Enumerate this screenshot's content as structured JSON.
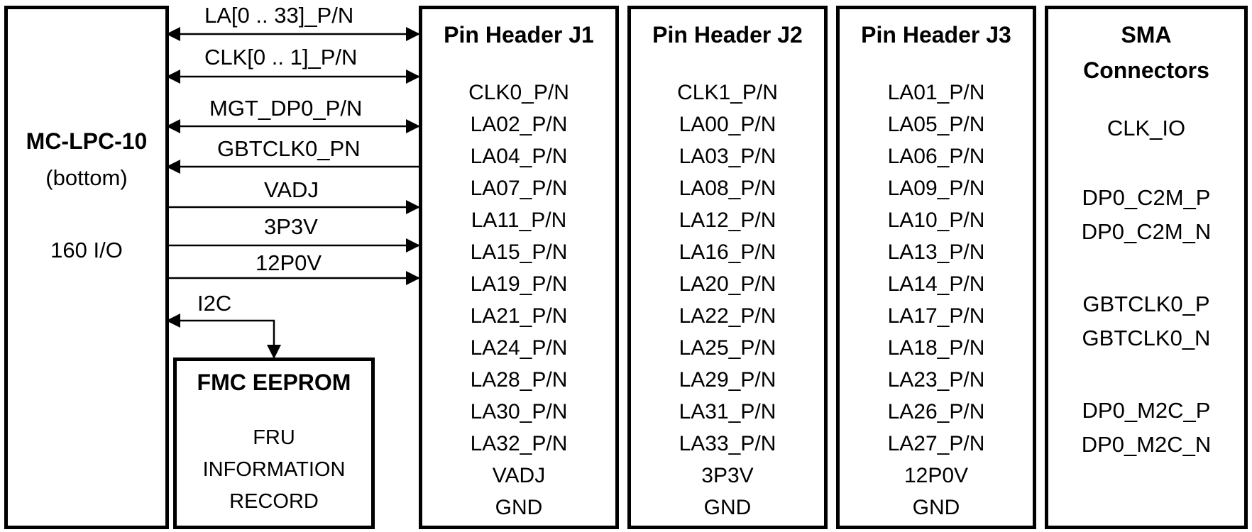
{
  "fmc": {
    "name": "MC-LPC-10",
    "side": "(bottom)",
    "io": "160 I/O"
  },
  "signals": [
    {
      "label": "LA[0 .. 33]_P/N",
      "direction": "both"
    },
    {
      "label": "CLK[0 .. 1]_P/N",
      "direction": "both"
    },
    {
      "label": "MGT_DP0_P/N",
      "direction": "both"
    },
    {
      "label": "GBTCLK0_PN",
      "direction": "to-fmc"
    },
    {
      "label": "VADJ",
      "direction": "to-header"
    },
    {
      "label": "3P3V",
      "direction": "to-header"
    },
    {
      "label": "12P0V",
      "direction": "to-header"
    }
  ],
  "i2c": {
    "label": "I2C"
  },
  "eeprom": {
    "title": "FMC EEPROM",
    "lines": [
      "FRU",
      "INFORMATION",
      "RECORD"
    ]
  },
  "headers": [
    {
      "title": "Pin Header J1",
      "pins": [
        "CLK0_P/N",
        "LA02_P/N",
        "LA04_P/N",
        "LA07_P/N",
        "LA11_P/N",
        "LA15_P/N",
        "LA19_P/N",
        "LA21_P/N",
        "LA24_P/N",
        "LA28_P/N",
        "LA30_P/N",
        "LA32_P/N",
        "VADJ",
        "GND"
      ]
    },
    {
      "title": "Pin Header J2",
      "pins": [
        "CLK1_P/N",
        "LA00_P/N",
        "LA03_P/N",
        "LA08_P/N",
        "LA12_P/N",
        "LA16_P/N",
        "LA20_P/N",
        "LA22_P/N",
        "LA25_P/N",
        "LA29_P/N",
        "LA31_P/N",
        "LA33_P/N",
        "3P3V",
        "GND"
      ]
    },
    {
      "title": "Pin Header J3",
      "pins": [
        "LA01_P/N",
        "LA05_P/N",
        "LA06_P/N",
        "LA09_P/N",
        "LA10_P/N",
        "LA13_P/N",
        "LA14_P/N",
        "LA17_P/N",
        "LA18_P/N",
        "LA23_P/N",
        "LA26_P/N",
        "LA27_P/N",
        "12P0V",
        "GND"
      ]
    }
  ],
  "sma": {
    "title_line1": "SMA",
    "title_line2": "Connectors",
    "groups": [
      [
        "CLK_IO"
      ],
      [
        "DP0_C2M_P",
        "DP0_C2M_N"
      ],
      [
        "GBTCLK0_P",
        "GBTCLK0_N"
      ],
      [
        "DP0_M2C_P",
        "DP0_M2C_N"
      ]
    ]
  }
}
